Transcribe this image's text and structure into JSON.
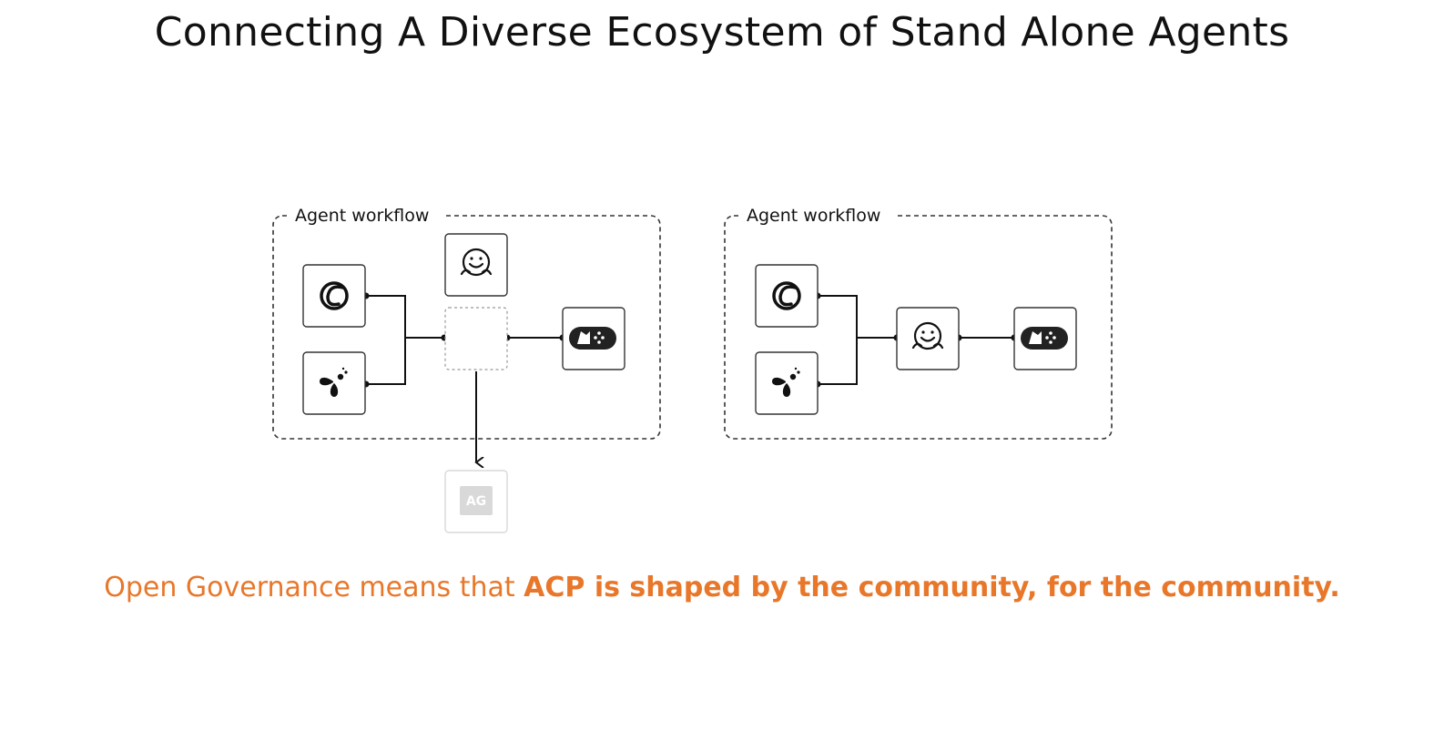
{
  "title": "Connecting A Diverse Ecosystem of Stand Alone Agents",
  "workflows": [
    {
      "label": "Agent workflow",
      "nodes": [
        "crewai-icon",
        "llamaindex-icon",
        "huggingface-icon",
        "empty-slot",
        "beeai-icon"
      ],
      "external_node": {
        "icon": "agntcy-icon",
        "text": "AG"
      }
    },
    {
      "label": "Agent workflow",
      "nodes": [
        "crewai-icon",
        "llamaindex-icon",
        "huggingface-icon",
        "beeai-icon"
      ]
    }
  ],
  "caption": {
    "regular": "Open Governance means that ",
    "bold": "ACP is shaped by the community, for the community."
  },
  "colors": {
    "accent": "#E8772A",
    "text": "#111111",
    "line": "#111111",
    "faded": "#d9d9d9"
  }
}
